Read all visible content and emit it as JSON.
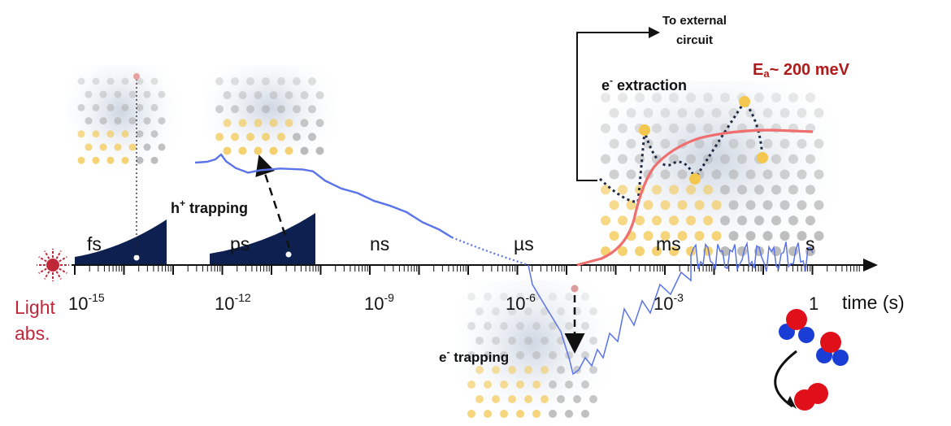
{
  "axis": {
    "units": [
      "fs",
      "ps",
      "ns",
      "µs",
      "ms",
      "s"
    ],
    "ticks": [
      {
        "base": "10",
        "exp": "-15"
      },
      {
        "base": "10",
        "exp": "-12"
      },
      {
        "base": "10",
        "exp": "-9"
      },
      {
        "base": "10",
        "exp": "-6"
      },
      {
        "base": "10",
        "exp": "-3"
      },
      {
        "base": "1",
        "exp": ""
      }
    ],
    "time_label": "time (s)"
  },
  "labels": {
    "light_abs_line1": "Light",
    "light_abs_line2": "abs.",
    "h_trapping_main": "h",
    "h_trapping_sup": "+",
    "h_trapping_rest": " trapping",
    "e_trapping_main": "e",
    "e_trapping_sup": "-",
    "e_trapping_rest": " trapping",
    "e_extraction_main": "e",
    "e_extraction_sup": "-",
    "e_extraction_rest": " extraction",
    "external_line1": "To external",
    "external_line2": "circuit",
    "ea_main": "E",
    "ea_sub": "a",
    "ea_rest": "~ 200 meV"
  },
  "colors": {
    "trace": "#5b73e8",
    "activation": "#ef6f6f",
    "pulse_fill": "#0d2050",
    "yellow_atom": "#f3c64d",
    "grey_atom": "#a9a9a9",
    "red_text": "#c0283a",
    "oxygen": "#e0101a",
    "hydrogen": "#1a3dd6"
  }
}
